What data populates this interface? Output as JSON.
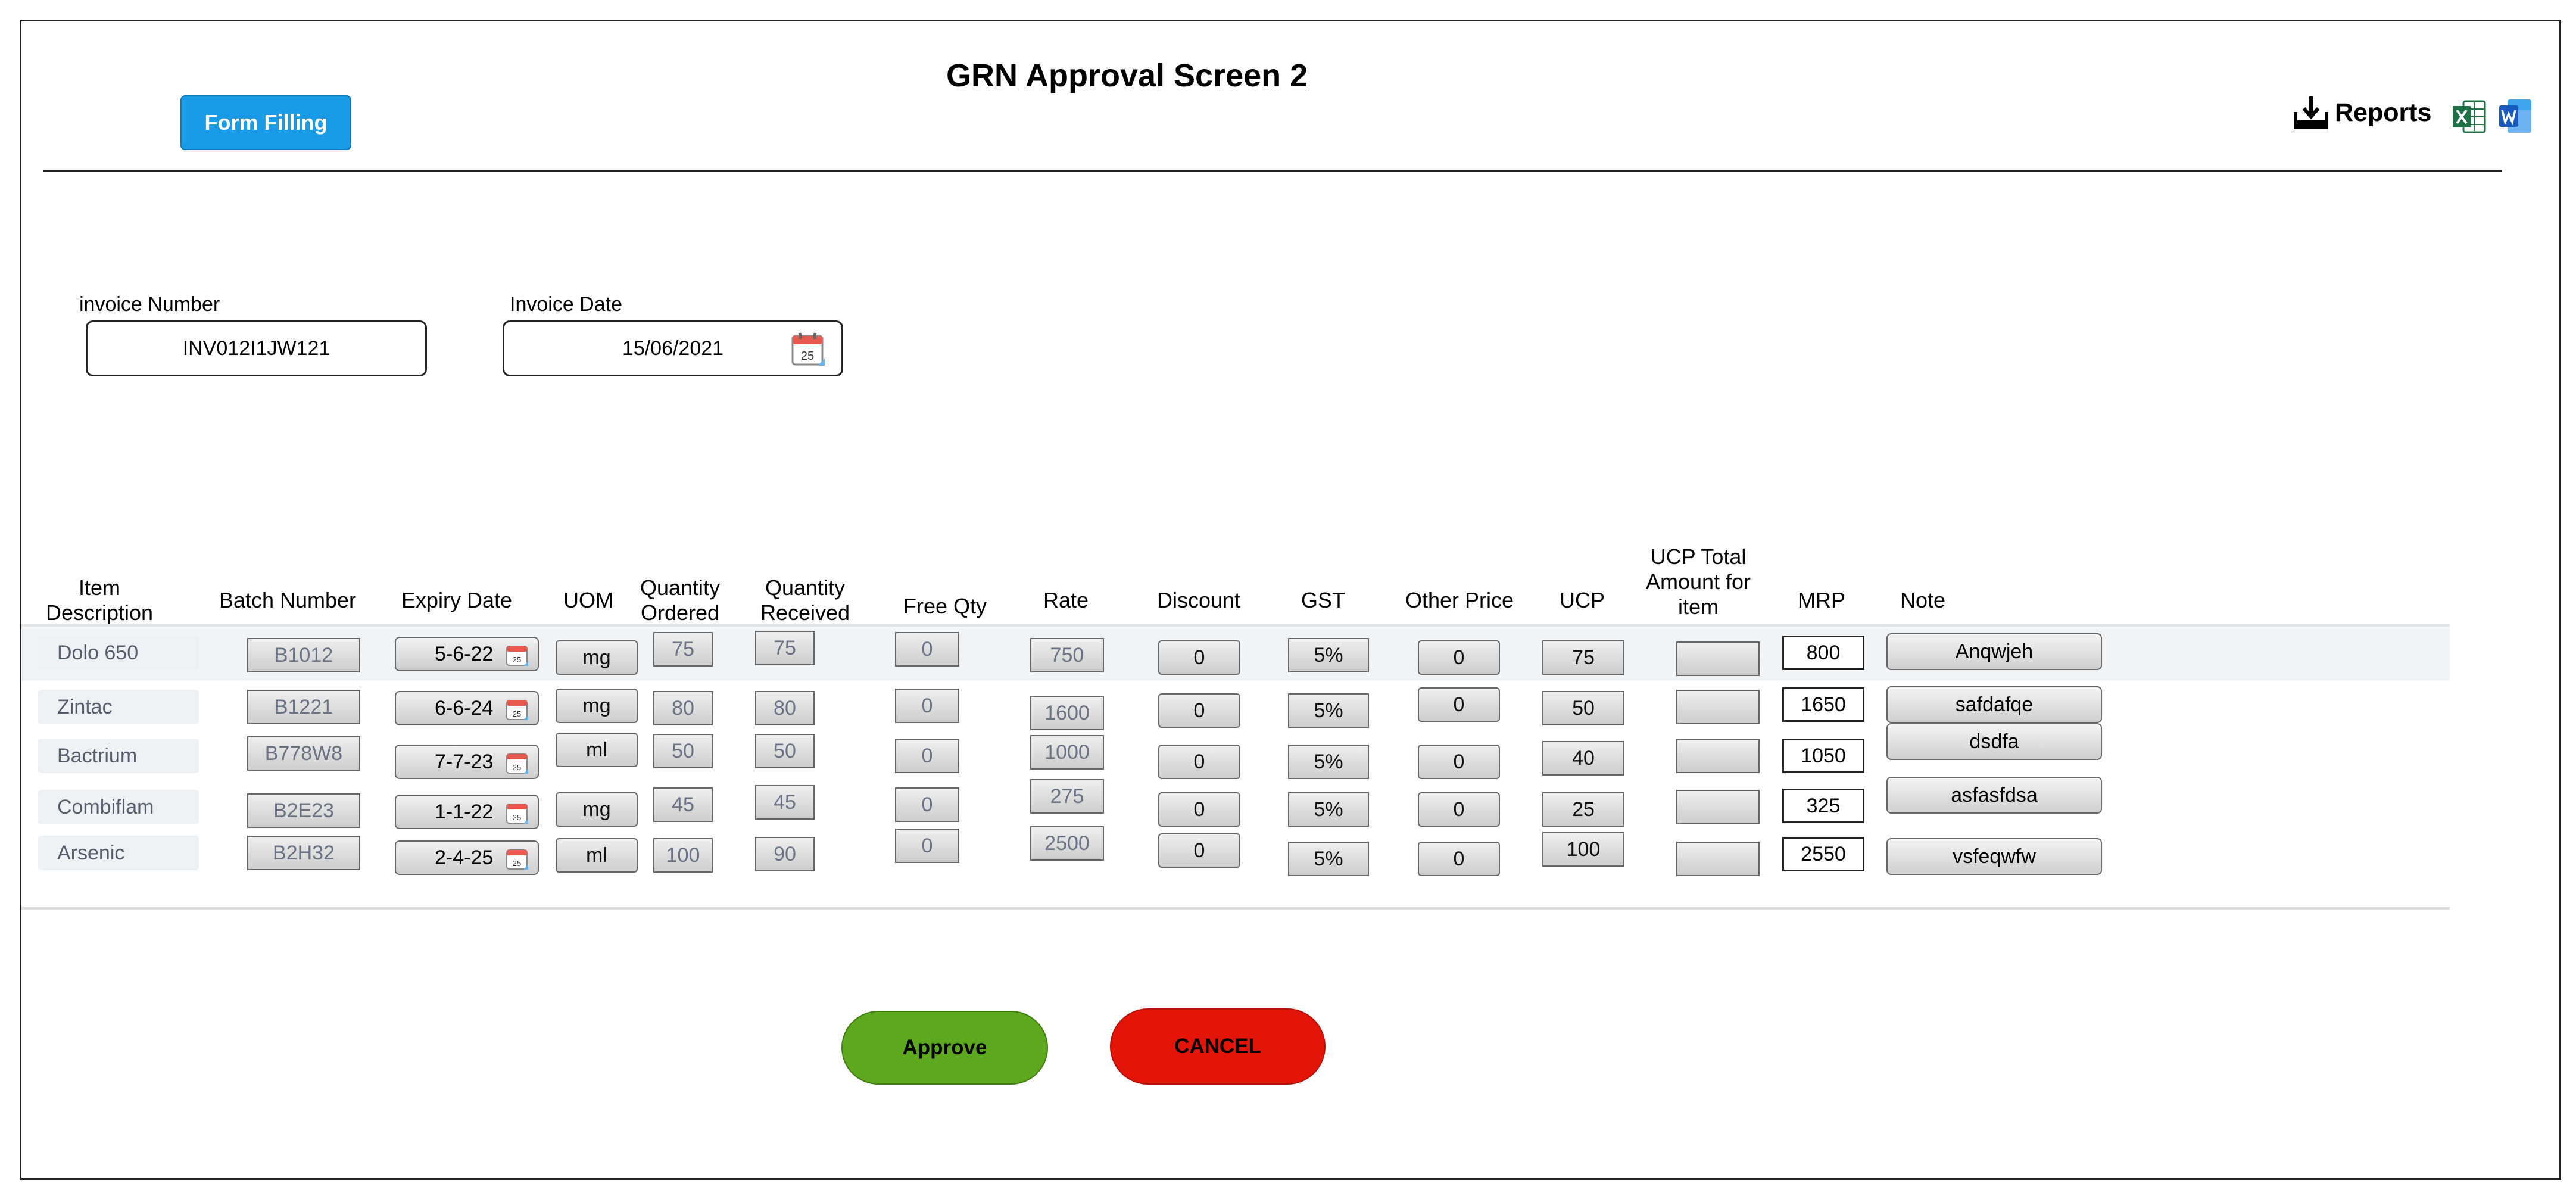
{
  "header": {
    "title": "GRN Approval Screen 2",
    "form_filling_label": "Form Filling",
    "reports_label": "Reports"
  },
  "invoice": {
    "number_label": "invoice Number",
    "number_value": "INV012I1JW121",
    "date_label": "Invoice Date",
    "date_value": "15/06/2021",
    "calendar_day": "25"
  },
  "table": {
    "headers": {
      "item_description": [
        "Item",
        "Description"
      ],
      "batch_number": "Batch Number",
      "expiry_date": "Expiry Date",
      "uom": "UOM",
      "qty_ordered": [
        "Quantity",
        "Ordered"
      ],
      "qty_received": [
        "Quantity",
        "Received"
      ],
      "free_qty": "Free Qty",
      "rate": "Rate",
      "discount": "Discount",
      "gst": "GST",
      "other_price": "Other Price",
      "ucp": "UCP",
      "ucp_total": [
        "UCP Total",
        "Amount for",
        "item"
      ],
      "mrp": "MRP",
      "note": "Note"
    },
    "rows": [
      {
        "item": "Dolo 650",
        "batch": "B1012",
        "expiry": "5-6-22",
        "uom": "mg",
        "qty_ordered": "75",
        "qty_received": "75",
        "free_qty": "0",
        "rate": "750",
        "discount": "0",
        "gst": "5%",
        "other_price": "0",
        "ucp": "75",
        "ucp_total": "",
        "mrp": "800",
        "note": "Anqwjeh"
      },
      {
        "item": "Zintac",
        "batch": "B1221",
        "expiry": "6-6-24",
        "uom": "mg",
        "qty_ordered": "80",
        "qty_received": "80",
        "free_qty": "0",
        "rate": "1600",
        "discount": "0",
        "gst": "5%",
        "other_price": "0",
        "ucp": "50",
        "ucp_total": "",
        "mrp": "1650",
        "note": "safdafqe"
      },
      {
        "item": "Bactrium",
        "batch": "B778W8",
        "expiry": "7-7-23",
        "uom": "ml",
        "qty_ordered": "50",
        "qty_received": "50",
        "free_qty": "0",
        "rate": "1000",
        "discount": "0",
        "gst": "5%",
        "other_price": "0",
        "ucp": "40",
        "ucp_total": "",
        "mrp": "1050",
        "note": "dsdfa"
      },
      {
        "item": "Combiflam",
        "batch": "B2E23",
        "expiry": "1-1-22",
        "uom": "mg",
        "qty_ordered": "45",
        "qty_received": "45",
        "free_qty": "0",
        "rate": "275",
        "discount": "0",
        "gst": "5%",
        "other_price": "0",
        "ucp": "25",
        "ucp_total": "",
        "mrp": "325",
        "note": "asfasfdsa"
      },
      {
        "item": "Arsenic",
        "batch": "B2H32",
        "expiry": "2-4-25",
        "uom": "ml",
        "qty_ordered": "100",
        "qty_received": "90",
        "free_qty": "0",
        "rate": "2500",
        "discount": "0",
        "gst": "5%",
        "other_price": "0",
        "ucp": "100",
        "ucp_total": "",
        "mrp": "2550",
        "note": "vsfeqwfw"
      }
    ]
  },
  "actions": {
    "approve_label": "Approve",
    "cancel_label": "CANCEL"
  },
  "colors": {
    "form_filling": "#1a9be6",
    "approve": "#5ea81f",
    "cancel": "#e31508",
    "excel": "#1e7145",
    "word": "#2b7cd3"
  },
  "icons": [
    "download-icon",
    "excel-icon",
    "word-icon",
    "calendar-icon"
  ]
}
